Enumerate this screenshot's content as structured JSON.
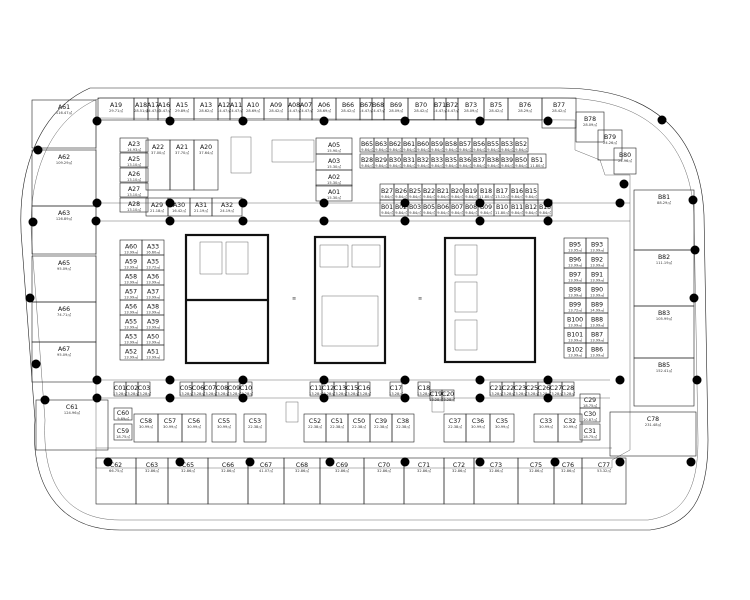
{
  "plan": {
    "units": {
      "A19": {
        "id": "A19",
        "area": "29.71㎡"
      },
      "A18": {
        "id": "A18",
        "area": "28.51㎡"
      },
      "A17": {
        "id": "A17",
        "area": "14.47㎡"
      },
      "A16": {
        "id": "A16",
        "area": "14.47㎡"
      },
      "A15": {
        "id": "A15",
        "area": "29.89㎡"
      },
      "A13": {
        "id": "A13",
        "area": "28.62㎡"
      },
      "A12": {
        "id": "A12",
        "area": "14.47㎡"
      },
      "A11": {
        "id": "A11",
        "area": "14.47㎡"
      },
      "A10": {
        "id": "A10",
        "area": "28.69㎡"
      },
      "A09": {
        "id": "A09",
        "area": "28.42㎡"
      },
      "A08": {
        "id": "A08",
        "area": "14.47㎡"
      },
      "A07": {
        "id": "A07",
        "area": "14.47㎡"
      },
      "A06": {
        "id": "A06",
        "area": "28.69㎡"
      },
      "B66": {
        "id": "B66",
        "area": "28.42㎡"
      },
      "B67": {
        "id": "B67",
        "area": "14.47㎡"
      },
      "B68": {
        "id": "B68",
        "area": "14.47㎡"
      },
      "B69": {
        "id": "B69",
        "area": "28.09㎡"
      },
      "B70": {
        "id": "B70",
        "area": "28.42㎡"
      },
      "B71": {
        "id": "B71",
        "area": "14.47㎡"
      },
      "B72": {
        "id": "B72",
        "area": "14.47㎡"
      },
      "B73": {
        "id": "B73",
        "area": "28.09㎡"
      },
      "B75": {
        "id": "B75",
        "area": "28.42㎡"
      },
      "B76": {
        "id": "B76",
        "area": "28.29㎡"
      },
      "B77": {
        "id": "B77",
        "area": "28.42㎡"
      },
      "B78": {
        "id": "B78",
        "area": "28.09㎡"
      },
      "B79": {
        "id": "B79",
        "area": "24.26㎡"
      },
      "B80": {
        "id": "B80",
        "area": "24.96㎡"
      },
      "A61": {
        "id": "A61",
        "area": "116.47㎡"
      },
      "A62": {
        "id": "A62",
        "area": "109.29㎡"
      },
      "A63": {
        "id": "A63",
        "area": "126.89㎡"
      },
      "A65": {
        "id": "A65",
        "area": "95.09㎡"
      },
      "A66": {
        "id": "A66",
        "area": "74.71㎡"
      },
      "A67": {
        "id": "A67",
        "area": "95.09㎡"
      },
      "A23": {
        "id": "A23",
        "area": "14.93㎡"
      },
      "A25": {
        "id": "A25",
        "area": "13.10㎡"
      },
      "A26": {
        "id": "A26",
        "area": "13.10㎡"
      },
      "A27": {
        "id": "A27",
        "area": "13.10㎡"
      },
      "A28": {
        "id": "A28",
        "area": "13.10㎡"
      },
      "A22": {
        "id": "A22",
        "area": "37.00㎡"
      },
      "A21": {
        "id": "A21",
        "area": "37.70㎡"
      },
      "A20": {
        "id": "A20",
        "area": "37.64㎡"
      },
      "A29": {
        "id": "A29",
        "area": "21.18㎡"
      },
      "A30": {
        "id": "A30",
        "area": "16.42㎡"
      },
      "A31": {
        "id": "A31",
        "area": "21.19㎡"
      },
      "A32": {
        "id": "A32",
        "area": "24.19㎡"
      },
      "A05": {
        "id": "A05",
        "area": "15.90㎡"
      },
      "A03": {
        "id": "A03",
        "area": "15.30㎡"
      },
      "A02": {
        "id": "A02",
        "area": "15.30㎡"
      },
      "A01": {
        "id": "A01",
        "area": "15.30㎡"
      },
      "B65": {
        "id": "B65",
        "area": "9.84㎡"
      },
      "B63": {
        "id": "B63",
        "area": "9.84㎡"
      },
      "B62": {
        "id": "B62",
        "area": "9.84㎡"
      },
      "B61": {
        "id": "B61",
        "area": "9.84㎡"
      },
      "B60": {
        "id": "B60",
        "area": "9.84㎡"
      },
      "B59": {
        "id": "B59",
        "area": "9.84㎡"
      },
      "B58": {
        "id": "B58",
        "area": "9.84㎡"
      },
      "B57": {
        "id": "B57",
        "area": "9.84㎡"
      },
      "B56": {
        "id": "B56",
        "area": "9.84㎡"
      },
      "B55": {
        "id": "B55",
        "area": "9.84㎡"
      },
      "B53": {
        "id": "B53",
        "area": "9.84㎡"
      },
      "B52": {
        "id": "B52",
        "area": "9.84㎡"
      },
      "B28": {
        "id": "B28",
        "area": "9.84㎡"
      },
      "B29": {
        "id": "B29",
        "area": "9.84㎡"
      },
      "B30": {
        "id": "B30",
        "area": "9.84㎡"
      },
      "B31": {
        "id": "B31",
        "area": "9.84㎡"
      },
      "B32": {
        "id": "B32",
        "area": "9.84㎡"
      },
      "B33": {
        "id": "B33",
        "area": "9.84㎡"
      },
      "B35": {
        "id": "B35",
        "area": "9.84㎡"
      },
      "B36": {
        "id": "B36",
        "area": "9.84㎡"
      },
      "B37": {
        "id": "B37",
        "area": "9.84㎡"
      },
      "B38": {
        "id": "B38",
        "area": "9.84㎡"
      },
      "B39": {
        "id": "B39",
        "area": "9.84㎡"
      },
      "B50": {
        "id": "B50",
        "area": "9.84㎡"
      },
      "B51": {
        "id": "B51",
        "area": "11.80㎡"
      },
      "B27": {
        "id": "B27",
        "area": "9.84㎡"
      },
      "B26": {
        "id": "B26",
        "area": "9.84㎡"
      },
      "B25": {
        "id": "B25",
        "area": "9.84㎡"
      },
      "B22": {
        "id": "B22",
        "area": "9.84㎡"
      },
      "B21": {
        "id": "B21",
        "area": "9.84㎡"
      },
      "B20": {
        "id": "B20",
        "area": "9.84㎡"
      },
      "B19": {
        "id": "B19",
        "area": "9.84㎡"
      },
      "B18": {
        "id": "B18",
        "area": "11.80㎡"
      },
      "B17": {
        "id": "B17",
        "area": "13.12㎡"
      },
      "B16": {
        "id": "B16",
        "area": "9.84㎡"
      },
      "B15": {
        "id": "B15",
        "area": "9.84㎡"
      },
      "B01": {
        "id": "B01",
        "area": "9.84㎡"
      },
      "B02": {
        "id": "B02",
        "area": "9.84㎡"
      },
      "B03": {
        "id": "B03",
        "area": "9.84㎡"
      },
      "B05": {
        "id": "B05",
        "area": "9.84㎡"
      },
      "B06": {
        "id": "B06",
        "area": "9.84㎡"
      },
      "B07": {
        "id": "B07",
        "area": "9.84㎡"
      },
      "B08": {
        "id": "B08",
        "area": "9.84㎡"
      },
      "B09": {
        "id": "B09",
        "area": "9.84㎡"
      },
      "B10": {
        "id": "B10",
        "area": "11.80㎡"
      },
      "B11": {
        "id": "B11",
        "area": "9.84㎡"
      },
      "B12": {
        "id": "B12",
        "area": "9.84㎡"
      },
      "B13": {
        "id": "B13",
        "area": "9.84㎡"
      },
      "B81": {
        "id": "B81",
        "area": "88.29㎡"
      },
      "B82": {
        "id": "B82",
        "area": "111.19㎡"
      },
      "B83": {
        "id": "B83",
        "area": "105.99㎡"
      },
      "B85": {
        "id": "B85",
        "area": "152.41㎡"
      },
      "A60": {
        "id": "A60",
        "area": "13.99㎡"
      },
      "A33": {
        "id": "A33",
        "area": "16.60㎡"
      },
      "A59": {
        "id": "A59",
        "area": "13.99㎡"
      },
      "A35": {
        "id": "A35",
        "area": "13.72㎡"
      },
      "A58": {
        "id": "A58",
        "area": "13.99㎡"
      },
      "A36": {
        "id": "A36",
        "area": "13.99㎡"
      },
      "A57": {
        "id": "A57",
        "area": "13.99㎡"
      },
      "A37": {
        "id": "A37",
        "area": "13.99㎡"
      },
      "A56": {
        "id": "A56",
        "area": "13.99㎡"
      },
      "A38": {
        "id": "A38",
        "area": "13.99㎡"
      },
      "A55": {
        "id": "A55",
        "area": "13.99㎡"
      },
      "A39": {
        "id": "A39",
        "area": "13.99㎡"
      },
      "A53": {
        "id": "A53",
        "area": "13.99㎡"
      },
      "A50": {
        "id": "A50",
        "area": "13.99㎡"
      },
      "A52": {
        "id": "A52",
        "area": "13.99㎡"
      },
      "A51": {
        "id": "A51",
        "area": "13.99㎡"
      },
      "B95": {
        "id": "B95",
        "area": "13.95㎡"
      },
      "B93": {
        "id": "B93",
        "area": "13.99㎡"
      },
      "B96": {
        "id": "B96",
        "area": "13.99㎡"
      },
      "B92": {
        "id": "B92",
        "area": "13.99㎡"
      },
      "B97": {
        "id": "B97",
        "area": "13.99㎡"
      },
      "B91": {
        "id": "B91",
        "area": "13.99㎡"
      },
      "B98": {
        "id": "B98",
        "area": "13.99㎡"
      },
      "B90": {
        "id": "B90",
        "area": "13.99㎡"
      },
      "B99": {
        "id": "B99",
        "area": "13.72㎡"
      },
      "B89": {
        "id": "B89",
        "area": "14.99㎡"
      },
      "B100": {
        "id": "B100",
        "area": "13.99㎡"
      },
      "B88": {
        "id": "B88",
        "area": "13.99㎡"
      },
      "B101": {
        "id": "B101",
        "area": "13.99㎡"
      },
      "B87": {
        "id": "B87",
        "area": "13.99㎡"
      },
      "B102": {
        "id": "B102",
        "area": "13.99㎡"
      },
      "B86": {
        "id": "B86",
        "area": "13.99㎡"
      },
      "C01": {
        "id": "C01",
        "area": "13.28㎡"
      },
      "C02": {
        "id": "C02",
        "area": "13.28㎡"
      },
      "C03": {
        "id": "C03",
        "area": "13.28㎡"
      },
      "C05": {
        "id": "C05",
        "area": "13.28㎡"
      },
      "C06": {
        "id": "C06",
        "area": "13.28㎡"
      },
      "C07": {
        "id": "C07",
        "area": "13.28㎡"
      },
      "C08": {
        "id": "C08",
        "area": "13.28㎡"
      },
      "C09": {
        "id": "C09",
        "area": "13.28㎡"
      },
      "C10": {
        "id": "C10",
        "area": "13.28㎡"
      },
      "C11": {
        "id": "C11",
        "area": "13.28㎡"
      },
      "C12": {
        "id": "C12",
        "area": "13.28㎡"
      },
      "C13": {
        "id": "C13",
        "area": "13.28㎡"
      },
      "C15": {
        "id": "C15",
        "area": "13.28㎡"
      },
      "C16": {
        "id": "C16",
        "area": "13.28㎡"
      },
      "C17": {
        "id": "C17",
        "area": "13.28㎡"
      },
      "C18": {
        "id": "C18",
        "area": "13.28㎡"
      },
      "C19": {
        "id": "C19",
        "area": "13.28㎡"
      },
      "C20": {
        "id": "C20",
        "area": "13.28㎡"
      },
      "C21": {
        "id": "C21",
        "area": "13.28㎡"
      },
      "C22": {
        "id": "C22",
        "area": "13.28㎡"
      },
      "C23": {
        "id": "C23",
        "area": "13.28㎡"
      },
      "C25": {
        "id": "C25",
        "area": "13.28㎡"
      },
      "C26": {
        "id": "C26",
        "area": "13.28㎡"
      },
      "C27": {
        "id": "C27",
        "area": "13.28㎡"
      },
      "C28": {
        "id": "C28",
        "area": "13.28㎡"
      },
      "C60": {
        "id": "C60",
        "area": "9.69㎡"
      },
      "C59": {
        "id": "C59",
        "area": "18.75㎡"
      },
      "C58": {
        "id": "C58",
        "area": "30.99㎡"
      },
      "C57": {
        "id": "C57",
        "area": "30.99㎡"
      },
      "C56": {
        "id": "C56",
        "area": "30.99㎡"
      },
      "C55": {
        "id": "C55",
        "area": "30.99㎡"
      },
      "C53": {
        "id": "C53",
        "area": "22.38㎡"
      },
      "C52": {
        "id": "C52",
        "area": "22.38㎡"
      },
      "C51": {
        "id": "C51",
        "area": "22.38㎡"
      },
      "C50": {
        "id": "C50",
        "area": "22.38㎡"
      },
      "C39": {
        "id": "C39",
        "area": "22.38㎡"
      },
      "C38": {
        "id": "C38",
        "area": "22.38㎡"
      },
      "C37": {
        "id": "C37",
        "area": "22.38㎡"
      },
      "C36": {
        "id": "C36",
        "area": "30.99㎡"
      },
      "C35": {
        "id": "C35",
        "area": "30.99㎡"
      },
      "C33": {
        "id": "C33",
        "area": "30.99㎡"
      },
      "C32": {
        "id": "C32",
        "area": "30.99㎡"
      },
      "C29": {
        "id": "C29",
        "area": "18.75㎡"
      },
      "C30": {
        "id": "C30",
        "area": "10.87㎡"
      },
      "C31": {
        "id": "C31",
        "area": "18.75㎡"
      },
      "C61": {
        "id": "C61",
        "area": "124.96㎡"
      },
      "C78": {
        "id": "C78",
        "area": "231.48㎡"
      },
      "C62": {
        "id": "C62",
        "area": "66.75㎡"
      },
      "C63": {
        "id": "C63",
        "area": "32.86㎡"
      },
      "C65": {
        "id": "C65",
        "area": "32.86㎡"
      },
      "C66": {
        "id": "C66",
        "area": "32.86㎡"
      },
      "C67": {
        "id": "C67",
        "area": "41.07㎡"
      },
      "C68": {
        "id": "C68",
        "area": "32.86㎡"
      },
      "C69": {
        "id": "C69",
        "area": "32.86㎡"
      },
      "C70": {
        "id": "C70",
        "area": "32.86㎡"
      },
      "C71": {
        "id": "C71",
        "area": "32.86㎡"
      },
      "C72": {
        "id": "C72",
        "area": "32.86㎡"
      },
      "C73": {
        "id": "C73",
        "area": "32.86㎡"
      },
      "C75": {
        "id": "C75",
        "area": "32.86㎡"
      },
      "C76": {
        "id": "C76",
        "area": "32.86㎡"
      },
      "C77": {
        "id": "C77",
        "area": "53.32㎡"
      }
    }
  }
}
